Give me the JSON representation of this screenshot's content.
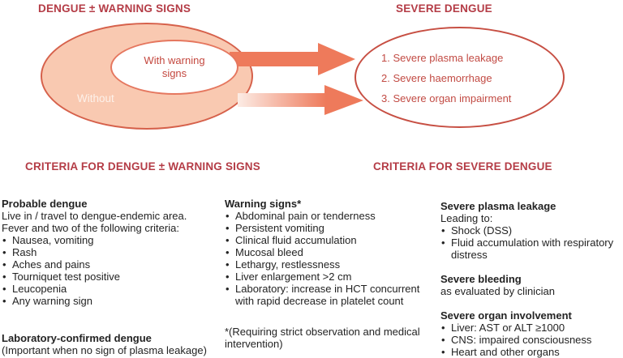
{
  "colors": {
    "header_red": "#b43c46",
    "venn_fill": "#f9c9b1",
    "venn_border": "#d6614b",
    "inner_border": "#e5775f",
    "severe_border": "#c74f43",
    "red_text": "#c4483f",
    "arrow_solid": "#ee7a5b",
    "arrow_gradient_start": "#fcece5",
    "arrow_gradient_end": "#ee7a5b",
    "body_text": "#232323"
  },
  "top": {
    "left_title": "DENGUE ± WARNING SIGNS",
    "right_title": "SEVERE DENGUE"
  },
  "venn": {
    "without": "Without",
    "with_warning": "With warning signs",
    "severe_items": [
      "1. Severe plasma leakage",
      "2. Severe haemorrhage",
      "3. Severe organ impairment"
    ]
  },
  "criteria": {
    "left_title": "CRITERIA FOR DENGUE ± WARNING SIGNS",
    "right_title": "CRITERIA FOR SEVERE DENGUE",
    "probable": {
      "title": "Probable dengue",
      "intro1": "Live in / travel to dengue-endemic area.",
      "intro2": "Fever and two of the following criteria:",
      "bullets": [
        "Nausea, vomiting",
        "Rash",
        "Aches and pains",
        "Tourniquet test positive",
        "Leucopenia",
        "Any warning sign"
      ]
    },
    "lab": {
      "title": "Laboratory-confirmed dengue",
      "note": "(Important when no sign of plasma leakage)"
    },
    "warning": {
      "title": "Warning signs*",
      "bullets": [
        "Abdominal pain or tenderness",
        "Persistent vomiting",
        "Clinical fluid accumulation",
        "Mucosal bleed",
        "Lethargy, restlessness",
        "Liver enlargement >2 cm",
        "Laboratory: increase in HCT concurrent with rapid decrease in platelet count"
      ],
      "footnote": "*(Requiring strict observation and medical intervention)"
    },
    "severe": {
      "plasma": {
        "title": "Severe plasma leakage",
        "intro": "Leading to:",
        "bullets": [
          "Shock (DSS)",
          "Fluid accumulation with respiratory distress"
        ]
      },
      "bleeding": {
        "title": "Severe bleeding",
        "note": "as evaluated by clinician"
      },
      "organ": {
        "title": "Severe organ involvement",
        "bullets": [
          "Liver: AST or ALT ≥1000",
          "CNS: impaired consciousness",
          "Heart and other organs"
        ]
      }
    }
  }
}
